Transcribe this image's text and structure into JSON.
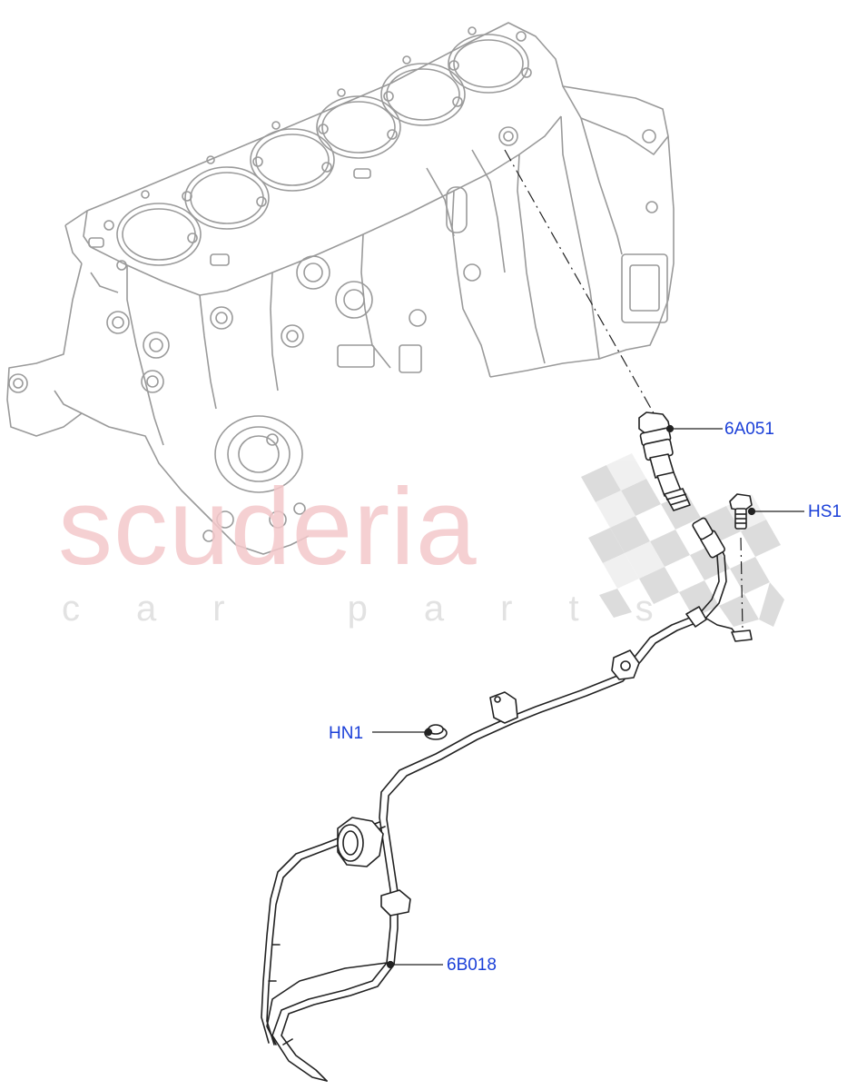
{
  "watermark": {
    "brand": "scuderia",
    "tagline": "car parts",
    "brand_color": "#f4c8cb",
    "tagline_color": "#e2e2e2"
  },
  "callouts": [
    {
      "id": "6A051",
      "label": "6A051"
    },
    {
      "id": "HS1",
      "label": "HS1"
    },
    {
      "id": "HN1",
      "label": "HN1"
    },
    {
      "id": "6B018",
      "label": "6B018"
    }
  ],
  "colors": {
    "callout_text": "#1a3fd8",
    "line_art": "#9a9a9a",
    "harness": "#222222",
    "checker": "#d4d4d4"
  }
}
